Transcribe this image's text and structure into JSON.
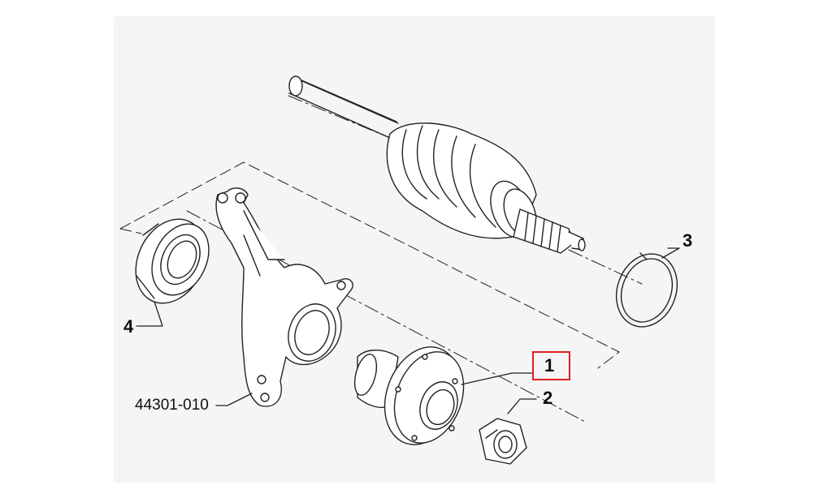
{
  "diagram": {
    "callouts": [
      {
        "id": "1",
        "label": "1",
        "highlighted": true
      },
      {
        "id": "2",
        "label": "2"
      },
      {
        "id": "3",
        "label": "3"
      },
      {
        "id": "4",
        "label": "4"
      }
    ],
    "part_number": "44301-010",
    "highlight_color": "#e02020"
  }
}
